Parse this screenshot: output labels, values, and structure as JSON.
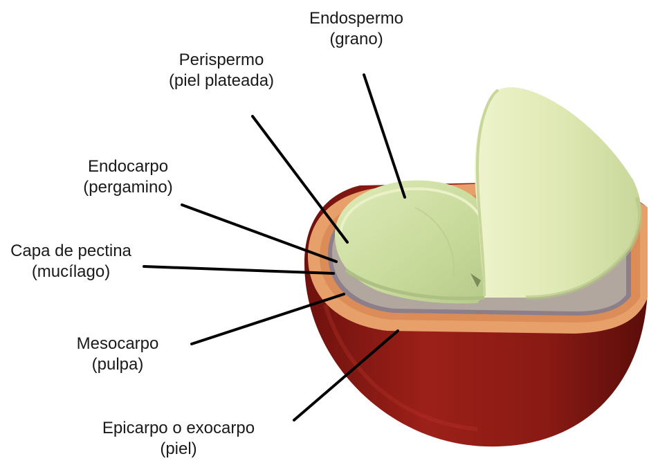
{
  "labels": {
    "endospermo": {
      "line1": "Endospermo",
      "line2": "(grano)"
    },
    "perispermo": {
      "line1": "Perispermo",
      "line2": "(piel plateada)"
    },
    "endocarpo": {
      "line1": "Endocarpo",
      "line2": "(pergamino)"
    },
    "pectina": {
      "line1": "Capa de pectina",
      "line2": "(mucílago)"
    },
    "mesocarpo": {
      "line1": "Mesocarpo",
      "line2": "(pulpa)"
    },
    "epicarpo": {
      "line1": "Epicarpo o exocarpo",
      "line2": "(piel)"
    }
  },
  "colors": {
    "skin_dark": "#7a1410",
    "skin_mid": "#a3231b",
    "skin_light": "#c4392c",
    "pulp": "#e8a36a",
    "pulp_dark": "#d98a4f",
    "mucilage": "#8a7c86",
    "bean_light": "#e6efc2",
    "bean_mid": "#c9dca0",
    "bean_shadow": "#a9bd7c",
    "leader_line": "#000000",
    "text": "#1a1a1a"
  }
}
